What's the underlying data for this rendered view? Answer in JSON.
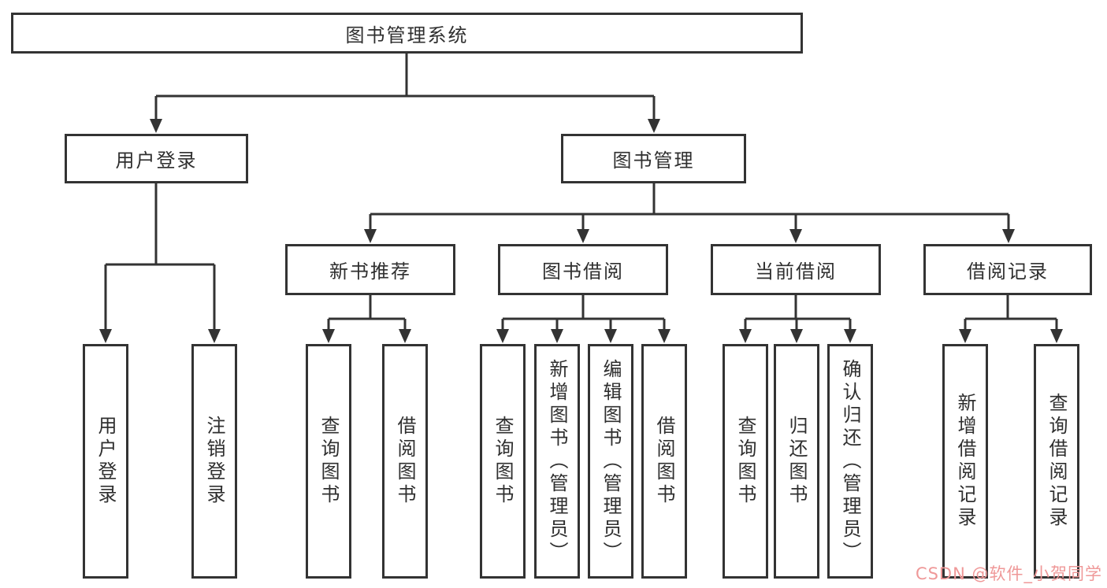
{
  "colors": {
    "line": "#333333",
    "box_border": "#333333",
    "text": "#2f2f2f",
    "background": "#ffffff",
    "watermark": "#ef9898"
  },
  "tree": {
    "root": {
      "label": "图书管理系统"
    },
    "branches": [
      {
        "label": "用户登录",
        "leaves": [
          "用户登录",
          "注销登录"
        ]
      },
      {
        "label": "图书管理",
        "children": [
          {
            "label": "新书推荐",
            "leaves": [
              "查询图书",
              "借阅图书"
            ]
          },
          {
            "label": "图书借阅",
            "leaves": [
              "查询图书",
              "新增图书（管理员）",
              "编辑图书（管理员）",
              "借阅图书"
            ]
          },
          {
            "label": "当前借阅",
            "leaves": [
              "查询图书",
              "归还图书",
              "确认归还（管理员）"
            ]
          },
          {
            "label": "借阅记录",
            "leaves": [
              "新增借阅记录",
              "查询借阅记录"
            ]
          }
        ]
      }
    ]
  },
  "watermark": {
    "text": "CSDN @软件_小贺同学"
  }
}
